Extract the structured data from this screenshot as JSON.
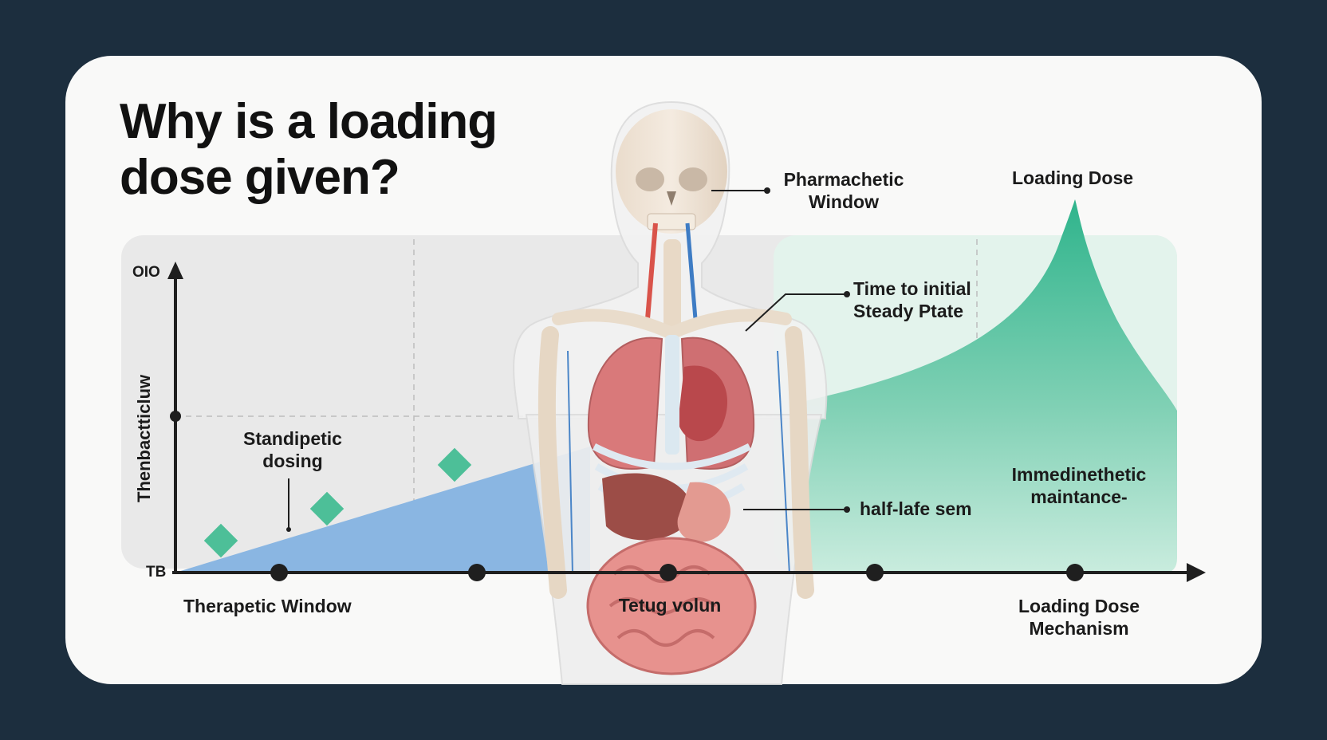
{
  "title": {
    "line1": "Why is a loading",
    "line2": "dose given?"
  },
  "axes": {
    "y_label": "Thenbactticluw",
    "y_top_tick": "OIO",
    "y_bottom_tick": "TB"
  },
  "labels": {
    "pharmachetic_window": {
      "line1": "Pharmachetic",
      "line2": "Window"
    },
    "loading_dose": "Loading Dose",
    "time_to_steady": {
      "line1": "Time to initial",
      "line2": "Steady Ptate"
    },
    "standipetic_dosing": {
      "line1": "Standipetic",
      "line2": "dosing"
    },
    "immediate_maintenance": {
      "line1": "Immedinethetic",
      "line2": "maintance-"
    },
    "half_life": "half-lafe sem",
    "therapetic_window": "Therapetic Window",
    "tetug_volun": "Tetug volun",
    "loading_dose_mechanism": {
      "line1": "Loading Dose",
      "line2": "Mechanism"
    }
  },
  "colors": {
    "background": "#1c2e3e",
    "card": "#f9f9f8",
    "blue_region": "#8ab6e2",
    "green_region": "#3fb995",
    "green_light": "#d8efe6",
    "marker": "#4dbf98",
    "axis": "#1f1f1f"
  },
  "icons": [
    "diamond-marker",
    "timeline-node",
    "anatomy-figure"
  ]
}
